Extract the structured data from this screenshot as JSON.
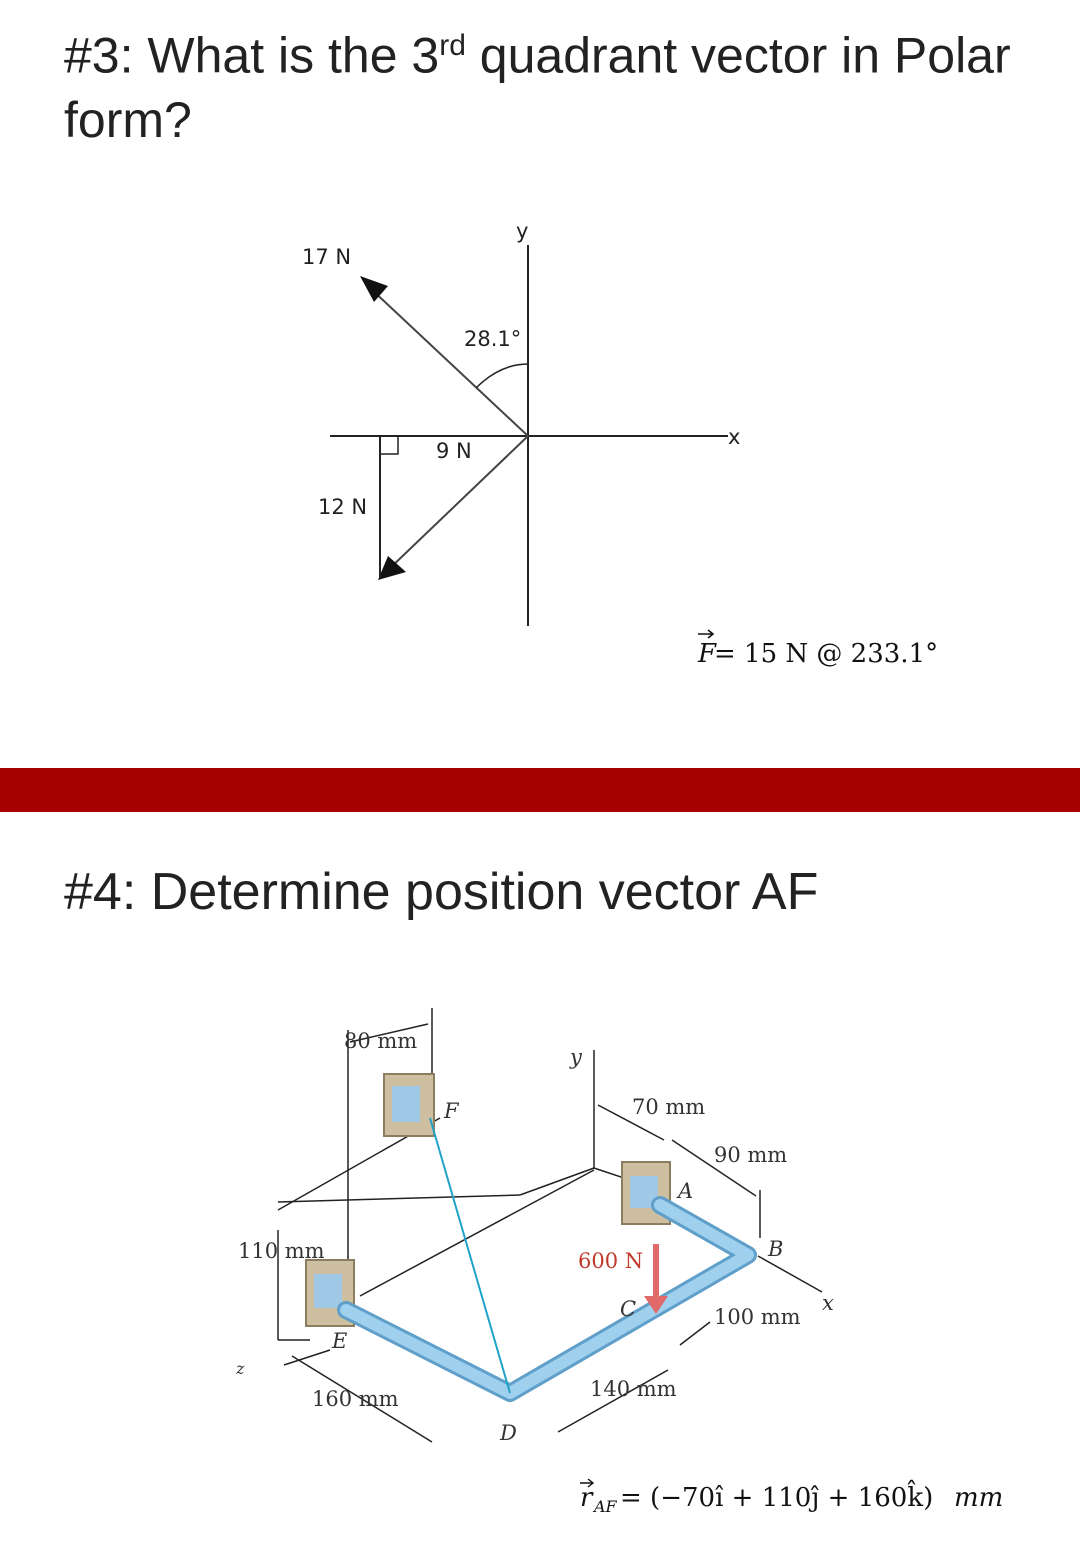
{
  "q3": {
    "title_main": "#3: What is the 3",
    "title_sup": "rd",
    "title_rest": " quadrant vector in Polar form?",
    "diagram": {
      "y_axis_label": "y",
      "x_axis_label": "x",
      "force_17_label": "17 N",
      "angle_label": "28.1°",
      "force_9_label": "9 N",
      "force_12_label": "12 N"
    },
    "answer": {
      "lhs": "F",
      "rhs": " = 15 N @ 233.1°"
    }
  },
  "q4": {
    "title": "#4: Determine position vector AF",
    "diagram": {
      "dim_80": "80 mm",
      "label_y": "y",
      "label_F": "F",
      "dim_70": "70 mm",
      "dim_90": "90 mm",
      "label_A": "A",
      "dim_110": "110 mm",
      "force_600": "600 N",
      "label_B": "B",
      "label_C": "C",
      "dim_100": "100 mm",
      "label_x": "x",
      "label_E": "E",
      "label_z": "z",
      "dim_160": "160 mm",
      "dim_140": "140 mm",
      "label_D": "D"
    },
    "answer": {
      "lhs_r": "r",
      "lhs_sub": "AF",
      "rhs": " = (−70î + 110ĵ + 160k̂) ",
      "unit": "mm"
    }
  },
  "colors": {
    "divider": "#a60000",
    "pipe": "#7fbbe0",
    "cable": "#1fa3c8",
    "force_arrow": "#e06a6a",
    "bracket": "#cdbf9f"
  }
}
